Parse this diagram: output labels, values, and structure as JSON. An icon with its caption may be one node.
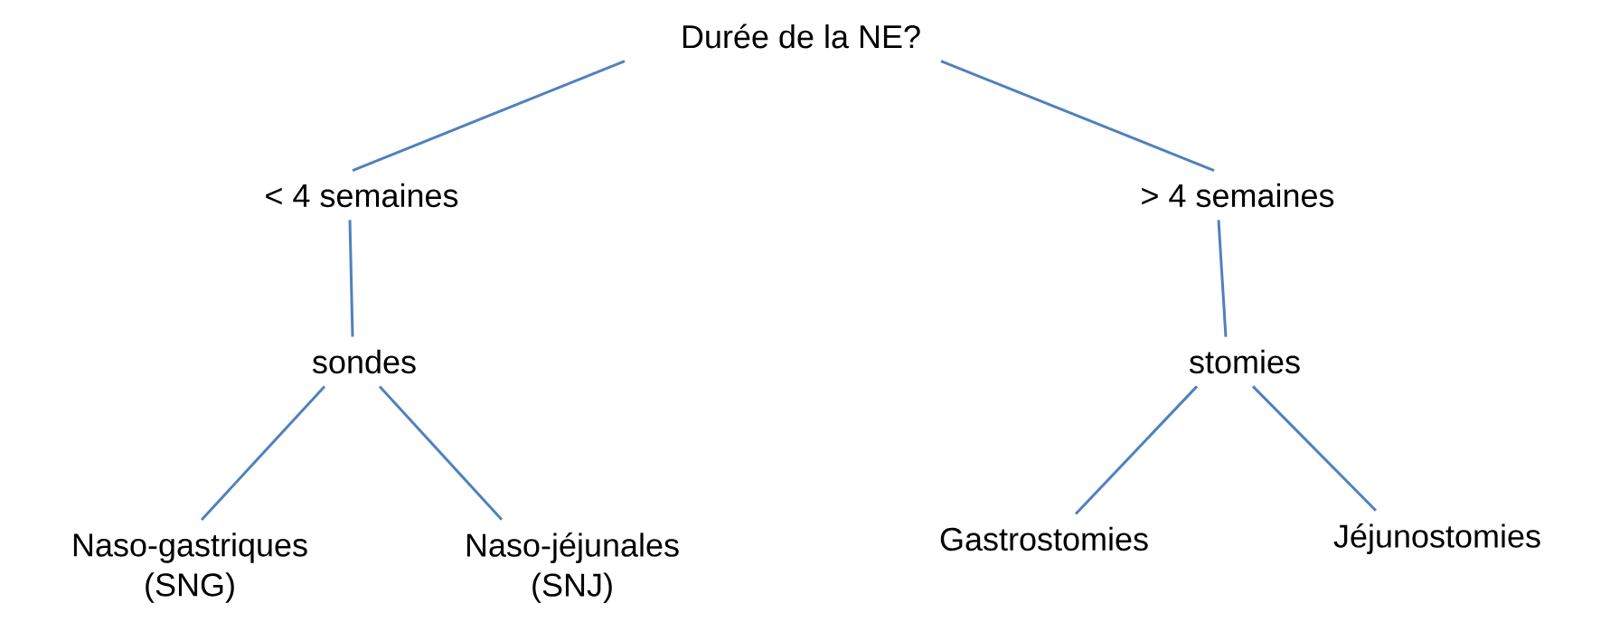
{
  "diagram": {
    "nodes": [
      {
        "text": [
          "Durée de la NE?"
        ]
      },
      {
        "text": [
          "< 4 semaines"
        ]
      },
      {
        "text": [
          "> 4 semaines"
        ]
      },
      {
        "text": [
          "sondes"
        ]
      },
      {
        "text": [
          "stomies"
        ]
      },
      {
        "text": [
          "Naso-gastriques (SNG)"
        ]
      },
      {
        "text": [
          "Naso-jéjunales (SNJ)"
        ]
      },
      {
        "text": [
          "Gastrostomies"
        ]
      },
      {
        "text": [
          "Jéjunostomies"
        ]
      }
    ],
    "edges": [
      {
        "from": 0,
        "to": 1,
        "arrow": "none"
      },
      {
        "from": 0,
        "to": 2,
        "arrow": "none"
      },
      {
        "from": 1,
        "to": 3,
        "arrow": "none"
      },
      {
        "from": 2,
        "to": 4,
        "arrow": "none"
      },
      {
        "from": 3,
        "to": 5,
        "arrow": "none"
      },
      {
        "from": 3,
        "to": 6,
        "arrow": "none"
      },
      {
        "from": 4,
        "to": 7,
        "arrow": "none"
      },
      {
        "from": 4,
        "to": 8,
        "arrow": "none"
      }
    ]
  }
}
